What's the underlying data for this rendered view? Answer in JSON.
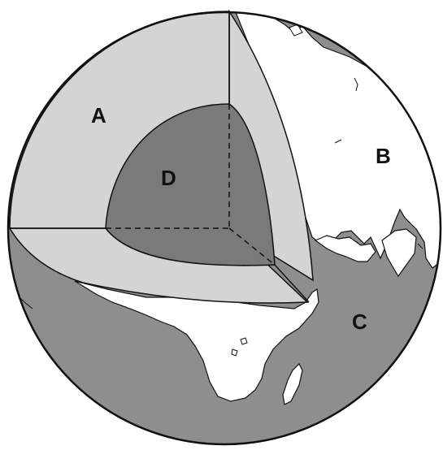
{
  "diagram": {
    "labels": {
      "a": "A",
      "b": "B",
      "c": "C",
      "d": "D"
    },
    "colors": {
      "ocean": "#8e8e8e",
      "land": "#ffffff",
      "crust": "#d4d4d4",
      "core": "#7a7a7a",
      "outline": "#111111"
    }
  }
}
